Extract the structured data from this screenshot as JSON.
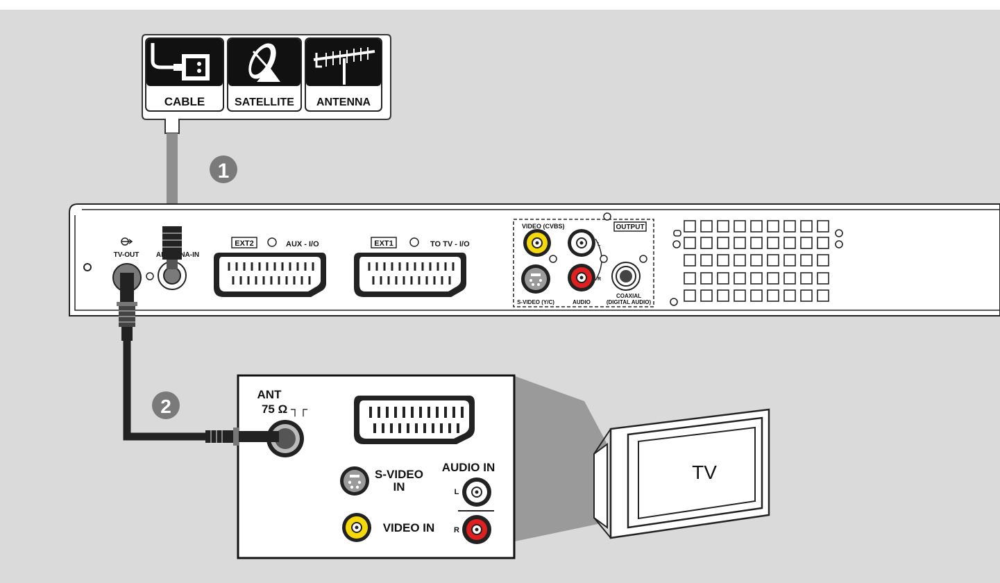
{
  "source_box": {
    "cable": "CABLE",
    "satellite": "SATELLITE",
    "antenna": "ANTENNA"
  },
  "steps": {
    "one": "1",
    "two": "2"
  },
  "recorder": {
    "tv_out": "TV-OUT",
    "antenna_in": "ANTENNA-IN",
    "ext2": "EXT2",
    "aux_io": "AUX - I/O",
    "ext1": "EXT1",
    "to_tv_io": "TO TV - I/O",
    "output": "OUTPUT",
    "video_cvbs": "VIDEO (CVBS)",
    "s_video_yc": "S-VIDEO (Y/C)",
    "audio": "AUDIO",
    "coaxial": "COAXIAL",
    "digital_audio": "(DIGITAL AUDIO)",
    "left_mark": "L",
    "right_mark": "R"
  },
  "tv_panel": {
    "ant": "ANT",
    "ant_spec": "75 Ω ┐┌",
    "s_video_in_1": "S-VIDEO",
    "s_video_in_2": "IN",
    "audio_in": "AUDIO IN",
    "video_in": "VIDEO IN",
    "left": "L",
    "right": "R"
  },
  "tv": {
    "label": "TV"
  },
  "colors": {
    "background": "#dadada",
    "yellow_jack": "#f5d90a",
    "red_jack": "#e02020",
    "step_badge": "#7a7a7a"
  }
}
